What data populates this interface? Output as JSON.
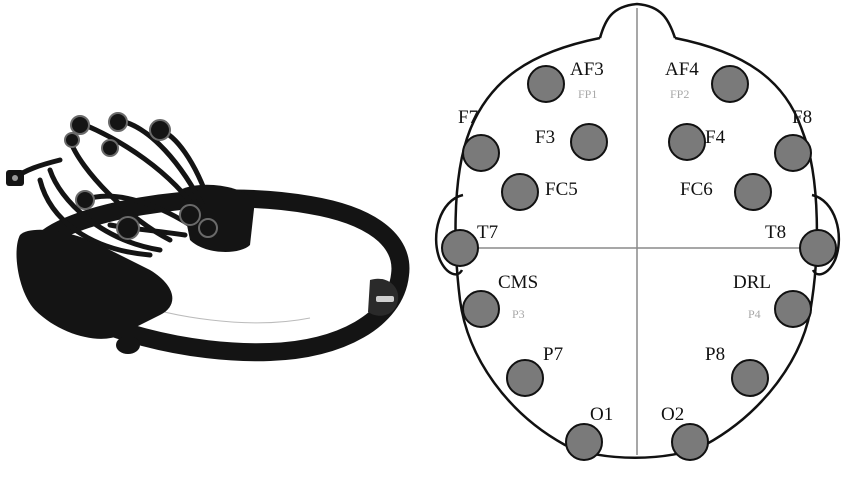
{
  "electrodes": [
    {
      "label": "AF3",
      "ref": "FP1"
    },
    {
      "label": "AF4",
      "ref": "FP2"
    },
    {
      "label": "F7",
      "ref": ""
    },
    {
      "label": "F8",
      "ref": ""
    },
    {
      "label": "F3",
      "ref": ""
    },
    {
      "label": "F4",
      "ref": ""
    },
    {
      "label": "FC5",
      "ref": ""
    },
    {
      "label": "FC6",
      "ref": ""
    },
    {
      "label": "T7",
      "ref": ""
    },
    {
      "label": "T8",
      "ref": ""
    },
    {
      "label": "CMS",
      "ref": "P3"
    },
    {
      "label": "DRL",
      "ref": "P4"
    },
    {
      "label": "P7",
      "ref": ""
    },
    {
      "label": "P8",
      "ref": ""
    },
    {
      "label": "O1",
      "ref": ""
    },
    {
      "label": "O2",
      "ref": ""
    }
  ],
  "colors": {
    "electrode_fill": "#7a7a7a",
    "electrode_stroke": "#111111",
    "head_outline": "#111111",
    "midline": "#8a8a8a",
    "headset_body": "#141414",
    "ref_label": "#a8a8a8"
  },
  "illustrations": {
    "left": "emotiv-epoc-headset-photo",
    "right": "head-top-view-electrode-map"
  }
}
